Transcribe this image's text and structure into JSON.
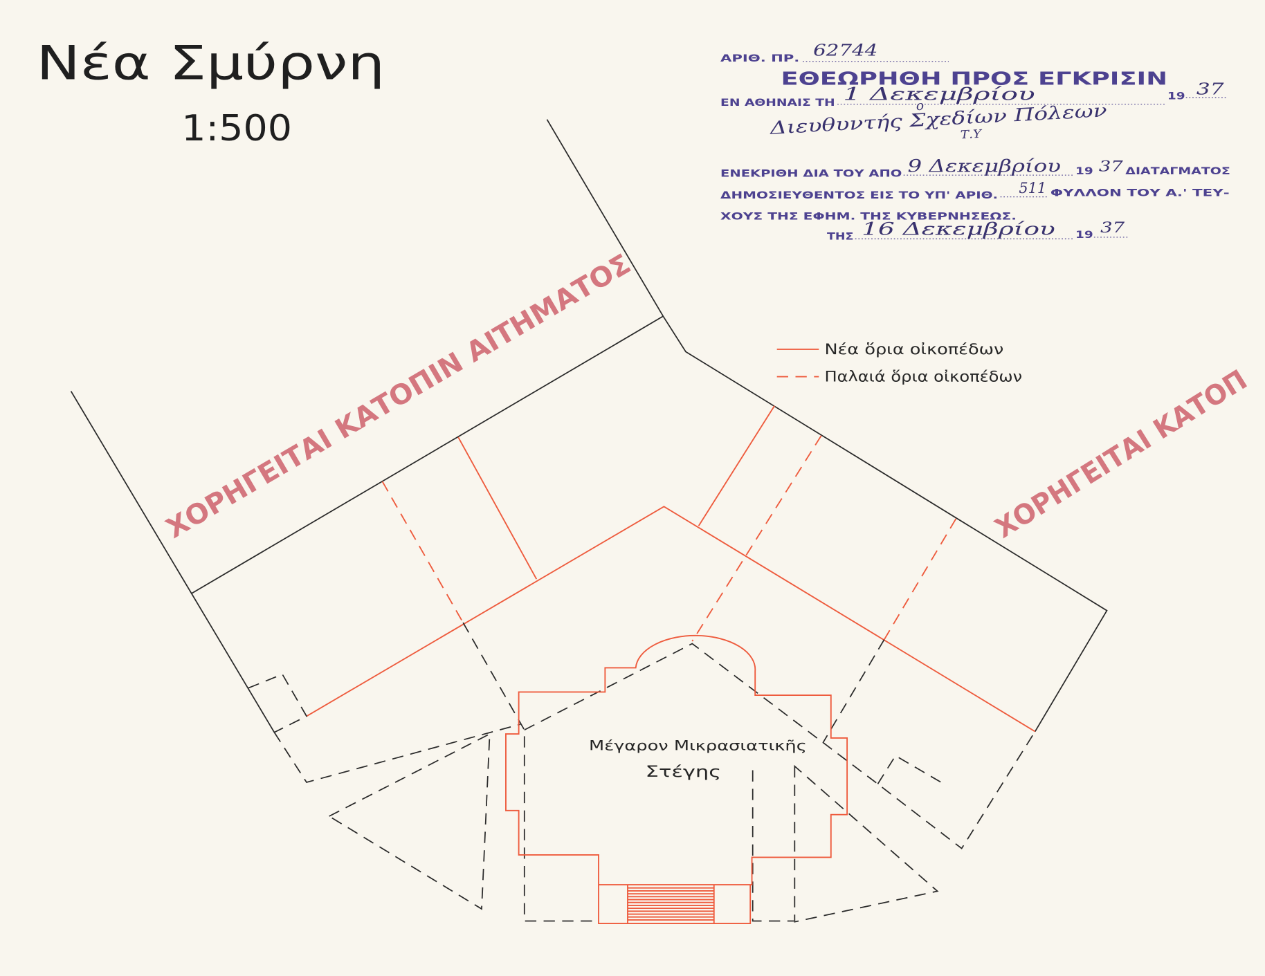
{
  "title": "Νέα Σμύρνη",
  "scale": "1:500",
  "stamp": {
    "ref_label": "ΑΡΙΘ. ΠΡ.",
    "ref_number": "62744",
    "heading": "ΕΘΕΩΡΗΘΗ ΠΡΟΣ ΕΓΚΡΙΣΙΝ",
    "place_label": "ΕΝ ΑΘΗΝΑΙΣ ΤΗ",
    "place_date": "1 Δεκεμβρίου",
    "place_year_prefix": "19",
    "place_year": "37",
    "signatory_article": "ο",
    "signatory": "Διευθυντής Σχεδίων Πόλεων",
    "signatory_office": "Τ.Υ",
    "approved_label": "ΕΝΕΚΡΙΘΗ ΔΙΑ ΤΟΥ ΑΠΟ",
    "approved_date": "9 Δεκεμβρίου",
    "approved_year_prefix": "19",
    "approved_year": "37",
    "decree_label": "ΔΙΑΤΑΓΜΑΤΟΣ",
    "published_label": "ΔΗΜΟΣΙΕΥΘΕΝΤΟΣ ΕΙΣ ΤΟ ΥΠ' ΑΡΙΘ.",
    "gazette_number": "511",
    "gazette_label": "ΦΥΛΛΟΝ ΤΟΥ Α.' ΤΕΥ-",
    "gazette_label_cont": "ΧΟΥΣ ΤΗΣ ΕΦΗΜ. ΤΗΣ ΚΥΒΕΡΝΗΣΕΩΣ.",
    "gazette_date_label": "ΤΗΣ",
    "gazette_date": "16 Δεκεμβρίου",
    "gazette_year_prefix": "19",
    "gazette_year": "37"
  },
  "legend": {
    "new_boundaries": "Νέα ὅρια οἰκοπέδων",
    "old_boundaries": "Παλαιά ὅρια οἰκοπέδων"
  },
  "building": {
    "label_line1": "Μέγαρον Μικρασιατικῆς",
    "label_line2": "Στέγης"
  },
  "watermark": {
    "text": "ΧΟΡΗΓΕΙΤΑΙ ΚΑΤΟΠΙΝ ΑΙΤΗΜΑΤΟΣ",
    "text_clipped": "ΧΟΡΗΓΕΙΤΑΙ ΚΑΤΟΠ"
  },
  "colors": {
    "paper": "#f9f6ee",
    "ink": "#2a2a2a",
    "new_boundary": "#ee5b3d",
    "stamp": "#4d4290",
    "handwriting": "#39326e",
    "watermark": "#cf6670"
  }
}
